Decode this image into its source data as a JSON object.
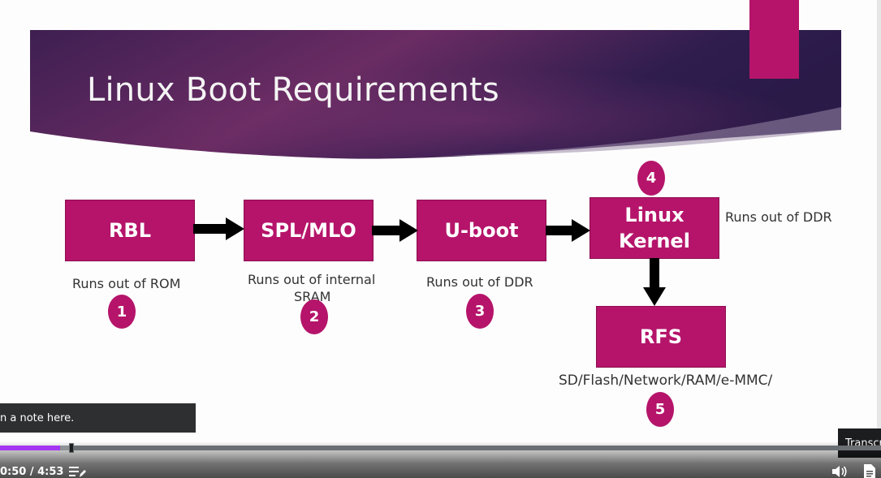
{
  "slide": {
    "title": "Linux Boot Requirements",
    "accent_color": "#b5146a",
    "banner_color": "#3b1d4a"
  },
  "stages": [
    {
      "id": "rbl",
      "label": "RBL",
      "caption": "Runs out of ROM",
      "step": "1"
    },
    {
      "id": "spl",
      "label": "SPL/MLO",
      "caption_line1": "Runs out of internal",
      "caption_line2": "SRAM",
      "step": "2"
    },
    {
      "id": "uboot",
      "label": "U-boot",
      "caption": "Runs out of DDR",
      "step": "3"
    },
    {
      "id": "kernel",
      "label_line1": "Linux",
      "label_line2": "Kernel",
      "caption": "Runs out of DDR",
      "step": "4"
    },
    {
      "id": "rfs",
      "label": "RFS",
      "caption": "SD/Flash/Network/RAM/e-MMC/",
      "step": "5"
    }
  ],
  "note": {
    "text": "n a note here."
  },
  "tooltip": {
    "transcript": "Transcript"
  },
  "player": {
    "current_time": "0:50",
    "duration": "4:53",
    "time_text": "0:50 / 4:53",
    "progress_fraction": 0.17,
    "buffered_fraction": 0.2,
    "icons": [
      "playlist-edit-icon",
      "volume-icon",
      "transcript-icon"
    ]
  }
}
